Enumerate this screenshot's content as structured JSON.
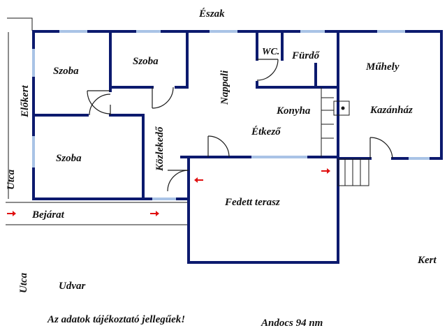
{
  "compass": {
    "north": "Észak"
  },
  "rooms": {
    "room_top_left": "Szoba",
    "room_top_mid": "Szoba",
    "room_bottom_left": "Szoba",
    "living": "Nappali",
    "wc": "WC.",
    "bath": "Fürdő",
    "workshop": "Műhely",
    "kitchen": "Konyha",
    "boiler": "Kazánház",
    "dining": "Étkező",
    "corridor": "Közlekedő",
    "terrace": "Fedett terasz"
  },
  "outside": {
    "front_garden": "Előkert",
    "street_upper": "Utca",
    "entrance": "Bejárat",
    "street_lower": "Utca",
    "yard": "Udvar",
    "garden": "Kert"
  },
  "footer": {
    "disclaimer": "Az adatok tájékoztató jellegűek!",
    "location_area": "Andocs 94 nm"
  },
  "colors": {
    "wall": "#0c1a6e",
    "window": "#a9c3e6",
    "arrow": "#e01010",
    "text": "#111111",
    "thin_line": "#1a1a1a"
  }
}
